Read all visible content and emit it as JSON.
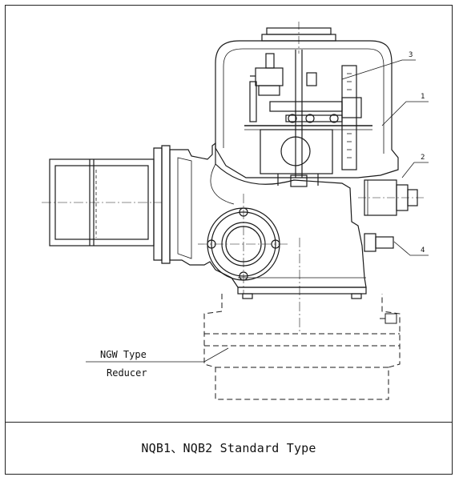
{
  "drawing": {
    "labels": {
      "callout_1": "1",
      "callout_2": "2",
      "callout_3": "3",
      "callout_4": "4",
      "reducer_line1": "NGW Type",
      "reducer_line2": "Reducer"
    }
  },
  "title_block": {
    "title": "NQB1、NQB2 Standard Type"
  },
  "colors": {
    "line": "#1a1a1a",
    "background": "#ffffff"
  }
}
